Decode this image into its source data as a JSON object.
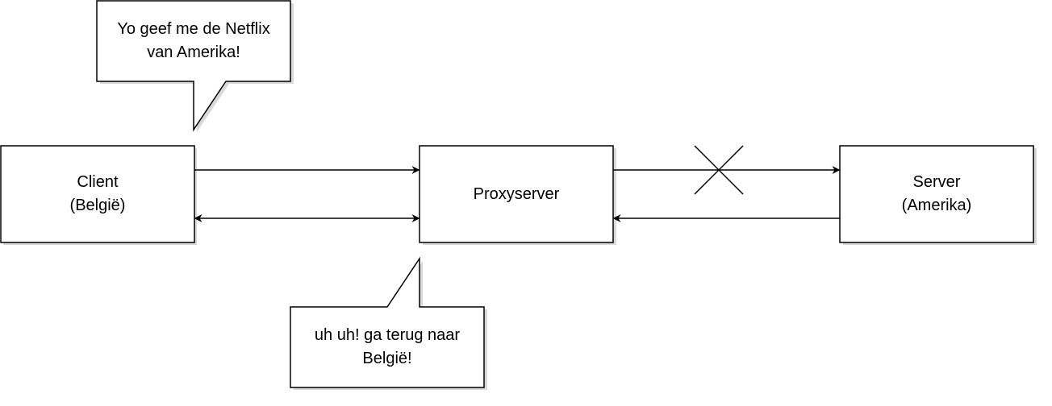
{
  "nodes": {
    "client": {
      "line1": "Client",
      "line2": "(België)"
    },
    "proxy": {
      "line1": "Proxyserver"
    },
    "server": {
      "line1": "Server",
      "line2": "(Amerika)"
    }
  },
  "callouts": {
    "client_speech": {
      "line1": "Yo geef me de Netflix",
      "line2": "van Amerika!"
    },
    "proxy_speech": {
      "line1": "uh uh! ga terug naar",
      "line2": "België!"
    }
  },
  "colors": {
    "stroke": "#000000",
    "fill": "#ffffff",
    "shadow": "#d9d9d9",
    "text": "#000000"
  }
}
